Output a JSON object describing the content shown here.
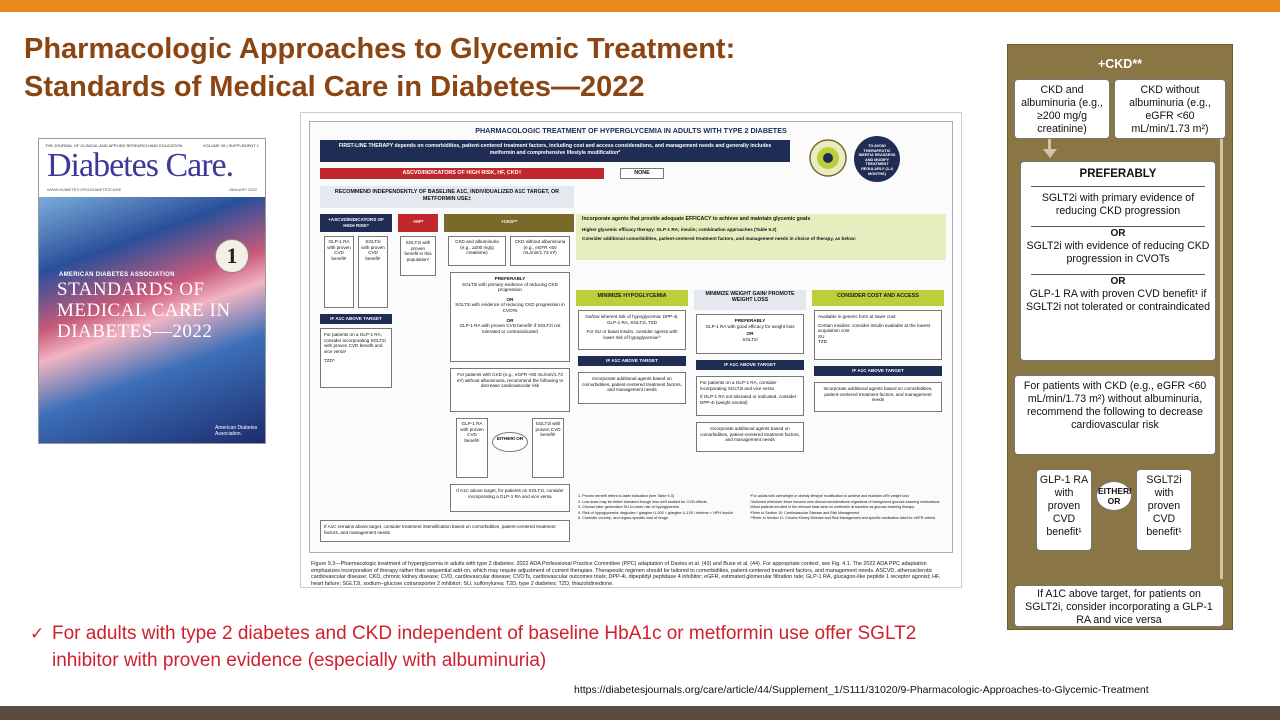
{
  "slide": {
    "title_line1": "Pharmacologic Approaches to Glycemic Treatment:",
    "title_line2": "Standards of Medical Care in Diabetes—2022",
    "bullet": "For adults with type 2 diabetes and CKD independent of baseline HbA1c or metformin use offer SGLT2 inhibitor with proven evidence (especially with albuminuria)",
    "bullet_mark": "✓",
    "source_url": "https://diabetesjournals.org/care/article/44/Supplement_1/S111/31020/9-Pharmacologic-Approaches-to-Glycemic-Treatment",
    "colors": {
      "accent_orange": "#e8891c",
      "title_brown": "#8b4513",
      "bullet_red": "#d0202e",
      "footer_bar": "#5a4a3f",
      "panel_olive": "#8a7644"
    }
  },
  "cover": {
    "tagline": "THE JOURNAL OF CLINICAL AND APPLIED RESEARCH AND EDUCATION",
    "volume": "VOLUME 45 | SUPPLEMENT 1",
    "logo": "Diabetes Care.",
    "url": "WWW.DIABETES.ORG/DIABETESCARE",
    "date": "JANUARY 2022",
    "supplement_num": "1",
    "org": "AMERICAN DIABETES ASSOCIATION",
    "standards": "STANDARDS OF MEDICAL CARE IN DIABETES—2022",
    "ada_logo": "American Diabetes Association."
  },
  "figure": {
    "header": "PHARMACOLOGIC TREATMENT OF HYPERGLYCEMIA IN ADULTS WITH TYPE 2 DIABETES",
    "first_line": "FIRST-LINE THERAPY depends on comorbidities, patient-centered treatment factors, including cost and access considerations, and management needs and generally includes metformin and comprehensive lifestyle modification*",
    "ascvd": "ASCVD/INDICATORS OF HIGH RISK, HF, CKD†",
    "none": "NONE",
    "avoid": "TO AVOID THERAPEUTIC INERTIA REASSESS AND MODIFY TREATMENT REGULARLY (3–6 MONTHS)",
    "recommend": "RECOMMEND INDEPENDENTLY OF BASELINE A1C, INDIVIDUALIZED A1C TARGET, OR METFORMIN USE‡",
    "col_ascvd": "+ASCVD/INDICATORS OF HIGH RISK*",
    "col_hf": "+HF*",
    "col_ckd": "+CKD**",
    "either_or": "EITHER/ OR",
    "glp1": "GLP-1 RA with proven CVD benefit¹",
    "sglt2i": "SGLT2i with proven CVD benefit¹",
    "hf_text": "SGLT2i with proven benefit in this population¹",
    "a1c_above": "IF A1C ABOVE TARGET",
    "ascvd_a1c": "For patients on a GLP-1 RA, consider incorporating SGLT2i with proven CVD benefit and vice versa¹",
    "tzd": "TZD⁵",
    "efficacy": "Incorporate agents that provide adequate EFFICACY to achieve and maintain glycemic goals",
    "higher_eff": "Higher glycemic efficacy therapy: GLP-1 RA; insulin; combination approaches (Table 9.2)",
    "consider": "Consider additional comorbidities, patient-centered treatment factors, and management needs in choice of therapy, as below:",
    "hypo": "MINIMIZE HYPOGLYCEMIA",
    "weight": "MINIMIZE WEIGHT GAIN/ PROMOTE WEIGHT LOSS",
    "cost": "CONSIDER COST AND ACCESS",
    "hypo_text": "No/low inherent risk of hypoglycemia: DPP-4i, GLP-1 RA, SGLT2i, TZD",
    "hypo_text2": "For SU or basal insulin, consider agents with lower risk of hypoglycemia¹⁰",
    "weight_pref": "PREFERABLY",
    "weight_text": "GLP-1 RA with good efficacy for weight loss",
    "or": "OR",
    "sglt2i_short": "SGLT2i",
    "cost_text": "Available in generic form at lower cost:",
    "cost_items": [
      "Certain insulins: consider insulin available at the lowest acquisition cost",
      "SU",
      "TZD"
    ],
    "incorporate": "Incorporate additional agents based on comorbidities, patient-centered treatment factors, and management needs",
    "weight_a1c": "For patients on a GLP-1 RA, consider incorporating SGLT2i and vice versa",
    "weight_a1c2": "If GLP-1 RA not tolerated or indicated, consider DPP-4i (weight neutral)",
    "remains_above": "If A1C remains above target, consider treatment intensification based on comorbidities, patient-centered treatment factors, and management needs",
    "footnotes_left": [
      "1. Proven benefit refers to label indication (see Table 9.3)",
      "2. Low dose may be better tolerated though less well studied for CVD effects",
      "3. Choose later generation SU to lower risk of hypoglycemia",
      "4. Risk of hypoglycemia: degludec / glargine U-300 < glargine U-100 / detemir < NPH insulin",
      "5. Consider country- and region-specific cost of drugs"
    ],
    "footnotes_right": [
      "*For adults with overweight or obesity lifestyle modification to achieve and maintain ≥5% weight loss",
      "†Actioned whenever these become new clinical considerations regardless of background glucose-lowering medications",
      "‡Most patients enrolled in the relevant trials were on metformin at baseline as glucose-lowering therapy",
      "*Refer to Section 10: Cardiovascular Disease and Risk Management",
      "**Refer to Section 11: Chronic Kidney Disease and Risk Management and specific medication label for eGFR criteria"
    ],
    "caption": "Figure 9.3—Pharmacologic treatment of hyperglycemia in adults with type 2 diabetes. 2022 ADA Professional Practice Committee (PPC) adaptation of Davies et al. (43) and Buse et al. (44). For appropriate context, see Fig. 4.1. The 2022 ADA PPC adaptation emphasizes incorporation of therapy rather than sequential add-on, which may require adjustment of current therapies. Therapeutic regimen should be tailored to comorbidities, patient-centered treatment factors, and management needs. ASCVD, atherosclerotic cardiovascular disease; CKD, chronic kidney disease; CVD, cardiovascular disease; CVOTs, cardiovascular outcomes trials; DPP-4i, dipeptidyl peptidase 4 inhibitor; eGFR, estimated glomerular filtration rate; GLP-1 RA, glucagon-like peptide 1 receptor agonist; HF, heart failure; SGLT2i, sodium–glucose cotransporter 2 inhibitor; SU, sulfonylurea; T2D, type 2 diabetes; TZD, thiazolidinedione."
  },
  "zoom": {
    "header": "+CKD**",
    "ckd_alb": "CKD and albuminuria (e.g., ≥200 mg/g creatinine)",
    "ckd_noalb": "CKD without albuminuria (e.g., eGFR <60 mL/min/1.73 m²)",
    "preferably": "PREFERABLY",
    "opt1": "SGLT2i with primary evidence of reducing CKD progression",
    "or": "OR",
    "opt2": "SGLT2i with evidence of reducing CKD progression in CVOTs",
    "opt3": "GLP-1 RA with proven CVD benefit¹ if SGLT2i not tolerated or contraindicated",
    "patients_ckd": "For patients with CKD (e.g., eGFR <60 mL/min/1.73 m²) without albuminuria, recommend the following to decrease cardiovascular risk",
    "glp1": "GLP-1 RA with proven CVD benefit¹",
    "either_or": "EITHER/ OR",
    "sglt2i": "SGLT2i with proven CVD benefit¹",
    "a1c_above": "If A1C above target, for patients on SGLT2i, consider incorporating a GLP-1 RA and vice versa"
  }
}
